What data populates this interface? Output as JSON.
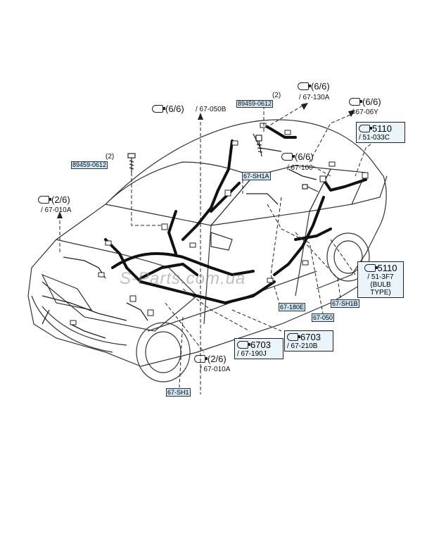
{
  "callouts": [
    {
      "id": "c1",
      "fraction": "(6/6)",
      "code": "/ 67-050B"
    },
    {
      "id": "c2",
      "fraction": "(6/6)",
      "code": "/ 67-130A"
    },
    {
      "id": "c3",
      "fraction": "(6/6)",
      "code": "/ 67-06Y"
    },
    {
      "id": "c4",
      "fraction": "(6/6)",
      "code": "/ 67-100"
    },
    {
      "id": "c5",
      "fraction": "(2/6)",
      "code": "/ 67-010A"
    },
    {
      "id": "c6",
      "fraction": "(2/6)",
      "code": "/ 67-010A"
    }
  ],
  "part_labels": [
    {
      "id": "p1",
      "qty": "(2)",
      "number": "89459-0612"
    },
    {
      "id": "p2",
      "qty": "(2)",
      "number": "89459-0612"
    }
  ],
  "boxed_callouts": [
    {
      "id": "b1",
      "main": "5110",
      "sub": "/ 51-033C"
    },
    {
      "id": "b2",
      "main": "5110",
      "sub": "/ 51-3F7",
      "extra1": "(BULB",
      "extra2": "TYPE)"
    },
    {
      "id": "b3",
      "main": "6703",
      "sub": "/ 67-190J"
    },
    {
      "id": "b4",
      "main": "6703",
      "sub": "/ 67-210B"
    }
  ],
  "connector_labels": {
    "sh1a": "67-SH1A",
    "sh1b": "67-SH1B",
    "c180e": "67-180E",
    "c050": "67-050",
    "sh1": "67-SH1"
  },
  "watermark": "S-Parts.com.ua",
  "colors": {
    "harness": "#111111",
    "outline": "#333333",
    "label_bg": "#cfe6f7"
  }
}
